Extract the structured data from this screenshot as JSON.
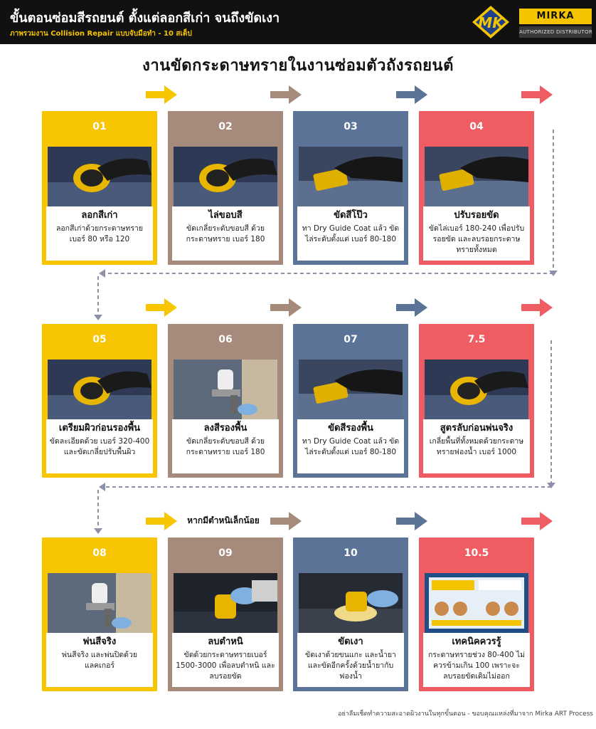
{
  "header": {
    "title": "ขั้นตอนซ่อมสีรถยนต์ ตั้งแต่ลอกสีเก่า จนถึงขัดเงา",
    "subtitle": "ภาพรวมงาน Collision Repair แบบจับมือทำ - 10 สเต็ป",
    "logo_text": "MK",
    "brand": "MIRKA",
    "distributor": "AUTHORIZED DISTRIBUTOR"
  },
  "main_title": "งานขัดกระดาษทรายในงานซ่อมตัวถังรถยนต์",
  "mid_note": "หากมีตำหนิเล็กน้อย",
  "colors": {
    "yellow": "#f7c600",
    "brown": "#a68a7c",
    "blue": "#5b7397",
    "red": "#ef5d63",
    "header_bg": "#111111",
    "accent": "#f5c400",
    "connector": "#8c90a8"
  },
  "steps": [
    {
      "num": "01",
      "title": "ลอกสีเก่า",
      "desc": "ลอกสีเก่าด้วยกระดาษทราย เบอร์ 80 หรือ 120",
      "color": "yellow",
      "icon": "orbital-sander-icon"
    },
    {
      "num": "02",
      "title": "ไล่ขอบสี",
      "desc": "ขัดเกลี่ยระดับขอบสี ด้วยกระดาษทราย เบอร์ 180",
      "color": "brown",
      "icon": "orbital-sander-icon"
    },
    {
      "num": "03",
      "title": "ขัดสีโป๊ว",
      "desc": "ทา Dry Guide Coat แล้ว ขัดไล่ระดับตั้งแต่ เบอร์ 80-180",
      "color": "blue",
      "icon": "hand-block-icon"
    },
    {
      "num": "04",
      "title": "ปรับรอยขัด",
      "desc": "ขัดไล่เบอร์ 180-240 เพื่อปรับรอยขัด และลบรอยกระดาษทรายทั้งหมด",
      "color": "red",
      "icon": "hand-block-icon"
    },
    {
      "num": "05",
      "title": "เตรียมผิวก่อนรองพื้น",
      "desc": "ขัดละเอียดด้วย เบอร์ 320-400 และขัดเกลี่ยปรับพื้นผิว",
      "color": "yellow",
      "icon": "orbital-sander-icon"
    },
    {
      "num": "06",
      "title": "ลงสีรองพื้น",
      "desc": "ขัดเกลี่ยระดับขอบสี ด้วยกระดาษทราย เบอร์ 180",
      "color": "brown",
      "icon": "spray-gun-icon"
    },
    {
      "num": "07",
      "title": "ขัดสีรองพื้น",
      "desc": "ทา Dry Guide Coat แล้ว ขัดไล่ระดับตั้งแต่ เบอร์ 80-180",
      "color": "blue",
      "icon": "hand-block-icon"
    },
    {
      "num": "7.5",
      "title": "สูตรลับก่อนพ่นจริง",
      "desc": "เกลี่ยพื้นที่ทั้งหมดด้วยกระดาษทรายฟองน้ำ เบอร์ 1000",
      "color": "red",
      "icon": "orbital-sander-icon"
    },
    {
      "num": "08",
      "title": "พ่นสีจริง",
      "desc": "พ่นสีจริง และพ่นปิดด้วยแลคเกอร์",
      "color": "yellow",
      "icon": "spray-gun-icon"
    },
    {
      "num": "09",
      "title": "ลบตำหนิ",
      "desc": "ขัดด้วยกระดาษทรายเบอร์ 1500-3000 เพื่อลบตำหนิ และลบรอยขัด",
      "color": "brown",
      "icon": "mini-sander-icon"
    },
    {
      "num": "10",
      "title": "ขัดเงา",
      "desc": "ขัดเงาด้วยขนแกะ และน้ำยา และขัดอีกครั้งด้วยน้ำยากับฟองน้ำ",
      "color": "blue",
      "icon": "polisher-icon"
    },
    {
      "num": "10.5",
      "title": "เทคนิคควรรู้",
      "desc": "กระดาษทรายช่วง 80-400 ไม่ควรข้ามเกิน 100 เพราะจะลบรอยขัดเดิมไม่ออก",
      "color": "red",
      "icon": "infographic-icon"
    }
  ],
  "footer": "อย่าลืมเช็ดทำความสะอาดผิวงานในทุกขั้นตอน - ขอบคุณแหล่งที่มาจาก Mirka ART Process"
}
